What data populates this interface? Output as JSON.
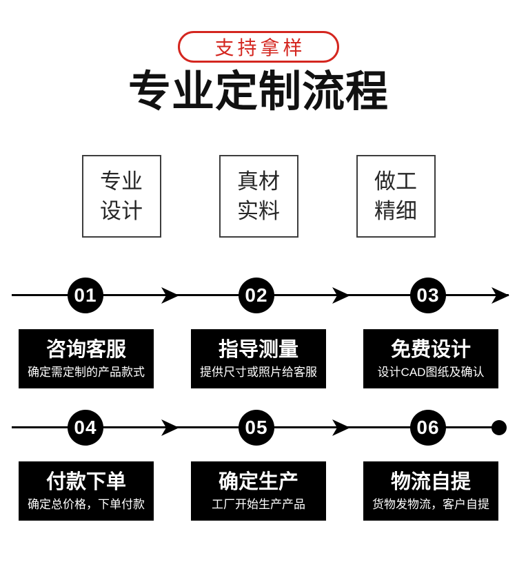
{
  "badge": {
    "label": "支持拿样"
  },
  "title": "专业定制流程",
  "features": [
    {
      "line1": "专业",
      "line2": "设计"
    },
    {
      "line1": "真材",
      "line2": "实料"
    },
    {
      "line1": "做工",
      "line2": "精细"
    }
  ],
  "steps": [
    {
      "number": "01",
      "title": "咨询客服",
      "desc": "确定需定制的产品款式"
    },
    {
      "number": "02",
      "title": "指导测量",
      "desc": "提供尺寸或照片给客服"
    },
    {
      "number": "03",
      "title": "免费设计",
      "desc": "设计CAD图纸及确认"
    },
    {
      "number": "04",
      "title": "付款下单",
      "desc": "确定总价格，下单付款"
    },
    {
      "number": "05",
      "title": "确定生产",
      "desc": "工厂开始生产产品"
    },
    {
      "number": "06",
      "title": "物流自提",
      "desc": "货物发物流，客户自提"
    }
  ],
  "colors": {
    "accent_red": "#d4261f",
    "step_black": "#000000",
    "title_black": "#111111",
    "card_text": "#ffffff"
  }
}
